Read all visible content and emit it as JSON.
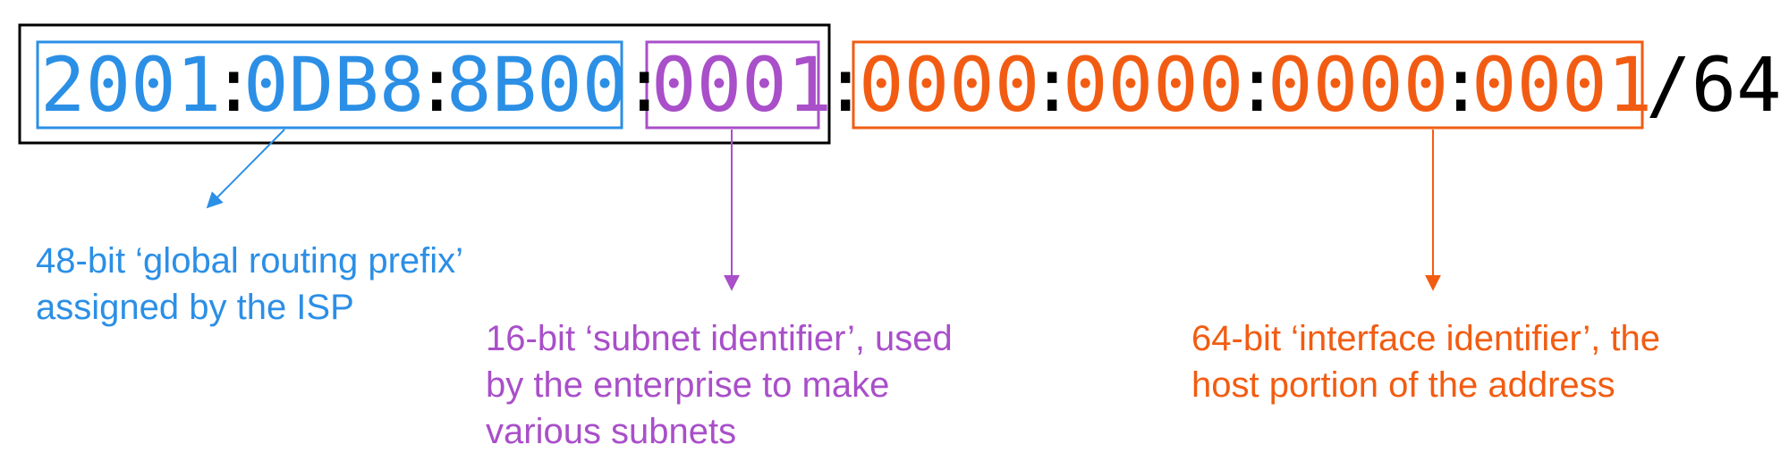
{
  "colors": {
    "prefix": "#2b8fe6",
    "subnet": "#a94fc9",
    "interface": "#f25c12",
    "black": "#000000"
  },
  "address": {
    "prefix_groups": [
      "2001",
      "0DB8",
      "8B00"
    ],
    "subnet_group": "0001",
    "interface_groups": [
      "0000",
      "0000",
      "0000",
      "0001"
    ],
    "separator": ":",
    "prefix_length": "/64"
  },
  "annotations": {
    "prefix": [
      "48-bit ‘global routing prefix’",
      "assigned by the ISP"
    ],
    "subnet": [
      "16-bit ‘subnet identifier’, used",
      "by the enterprise to make",
      "various subnets"
    ],
    "interface": [
      "64-bit ‘interface identifier’, the",
      "host portion of the address"
    ]
  }
}
